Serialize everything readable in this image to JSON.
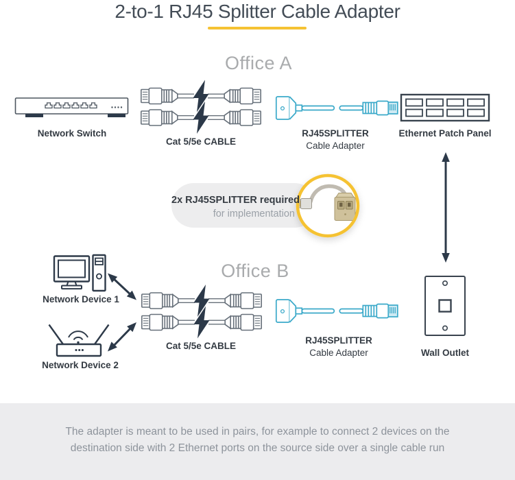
{
  "header": {
    "title": "2-to-1 RJ45 Splitter Cable Adapter"
  },
  "office_a": {
    "heading": "Office A",
    "network_switch_label": "Network Switch",
    "cable_label": "Cat 5/5e CABLE",
    "adapter_name": "RJ45SPLITTER",
    "adapter_sub": "Cable Adapter",
    "patch_panel_label": "Ethernet Patch Panel"
  },
  "callout": {
    "line1": "2x RJ45SPLITTER required",
    "line2": "for implementation"
  },
  "office_b": {
    "heading": "Office B",
    "device1_label": "Network Device 1",
    "device2_label": "Network Device 2",
    "cable_label": "Cat 5/5e CABLE",
    "adapter_name": "RJ45SPLITTER",
    "adapter_sub": "Cable Adapter",
    "wall_outlet_label": "Wall Outlet"
  },
  "footer": {
    "line1": "The adapter is meant to be used in pairs, for example to connect 2 devices on the",
    "line2": "destination side with 2 Ethernet ports on the source side over a single cable run"
  },
  "colors": {
    "accent_yellow": "#f5c233",
    "diagram_dark": "#2c3949",
    "connector_gray": "#67707a",
    "adapter_cyan": "#3aa9c9",
    "heading_gray": "#a9abad",
    "caption_dark": "#333a42",
    "callout_bg": "#ededee",
    "callout_muted": "#9aa0a7",
    "footer_bg": "#ececee",
    "footer_text": "#8d939b"
  }
}
